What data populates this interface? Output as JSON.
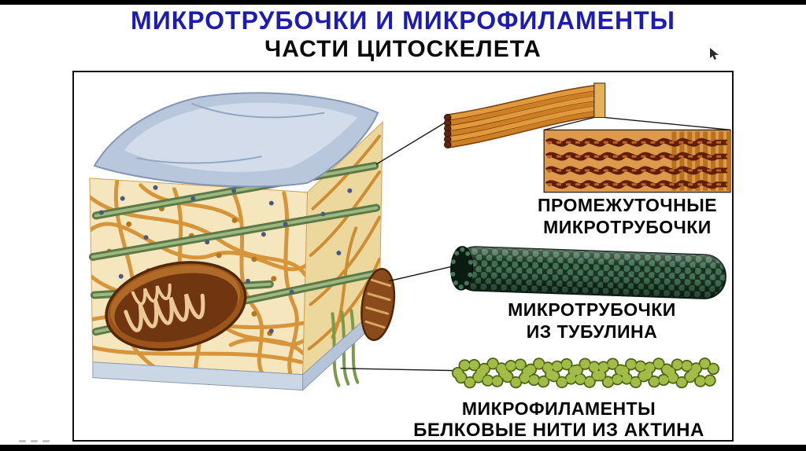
{
  "slide": {
    "title": "МИКРОТРУБОЧКИ И МИКРОФИЛАМЕНТЫ",
    "subtitle": "ЧАСТИ ЦИТОСКЕЛЕТА"
  },
  "figure": {
    "labels": {
      "intermediate": {
        "line1": "ПРОМЕЖУТОЧНЫЕ",
        "line2": "МИКРОТРУБОЧКИ"
      },
      "tubulin": {
        "line1": "МИКРОТРУБОЧКИ",
        "line2": "ИЗ ТУБУЛИНА"
      },
      "actin": {
        "line1": "МИКРОФИЛАМЕНТЫ",
        "line2": "БЕЛКОВЫЕ НИТИ ИЗ АКТИНА"
      }
    },
    "parts": [
      "cell-membrane",
      "cytoskeleton-mesh",
      "mitochondrion",
      "microtubule-rods",
      "intermediate-filament-bundle",
      "filament-detail-panel",
      "tubulin-microtubule-cylinder",
      "actin-bead-strand"
    ]
  },
  "colors": {
    "title_blue": "#1e1caf",
    "label_black": "#050505",
    "membrane_blue": "#b9c7dd",
    "filament_orange": "#d6953a",
    "mitochondrion_brown": "#9c5418",
    "tubulin_green": "#3f7050",
    "actin_green": "#a2bc48"
  }
}
